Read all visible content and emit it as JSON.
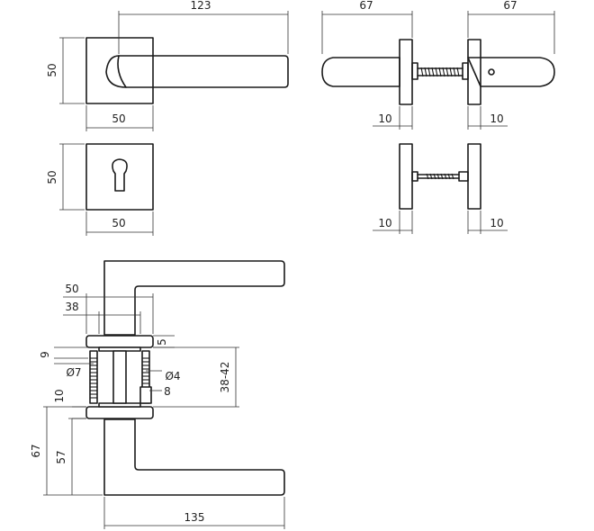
{
  "dimensions": {
    "handle_length": "123",
    "rose_height": "50",
    "rose_width": "50",
    "esc_height": "50",
    "esc_width": "50",
    "side_left_length": "67",
    "side_right_length": "67",
    "side_left_rose": "10",
    "side_right_rose": "10",
    "esc_left_rose": "10",
    "esc_right_rose": "10",
    "sec_width_50": "50",
    "sec_width_38": "38",
    "sec_5": "5",
    "sec_9": "9",
    "sec_dia7": "Ø7",
    "sec_dia4": "Ø4",
    "sec_8": "8",
    "sec_door": "38-42",
    "sec_10": "10",
    "sec_67": "67",
    "sec_57": "57",
    "sec_135": "135"
  }
}
